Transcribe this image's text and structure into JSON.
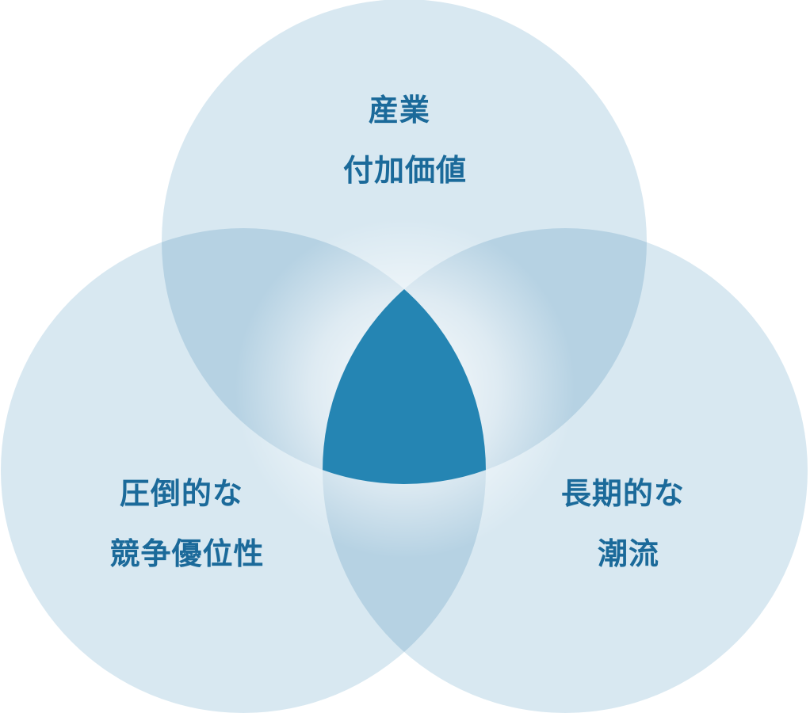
{
  "colors": {
    "circle_fill": "#d8e8f1",
    "pair_overlap": "#b6d2e3",
    "center_overlap": "#2585b3",
    "text": "#1b6a9a",
    "glow": "#ffffff"
  },
  "circles": {
    "top": {
      "line1": "産業",
      "line2": "付加価値"
    },
    "left": {
      "line1": "圧倒的な",
      "line2": "競争優位性"
    },
    "right": {
      "line1": "長期的な",
      "line2": "潮流"
    }
  }
}
